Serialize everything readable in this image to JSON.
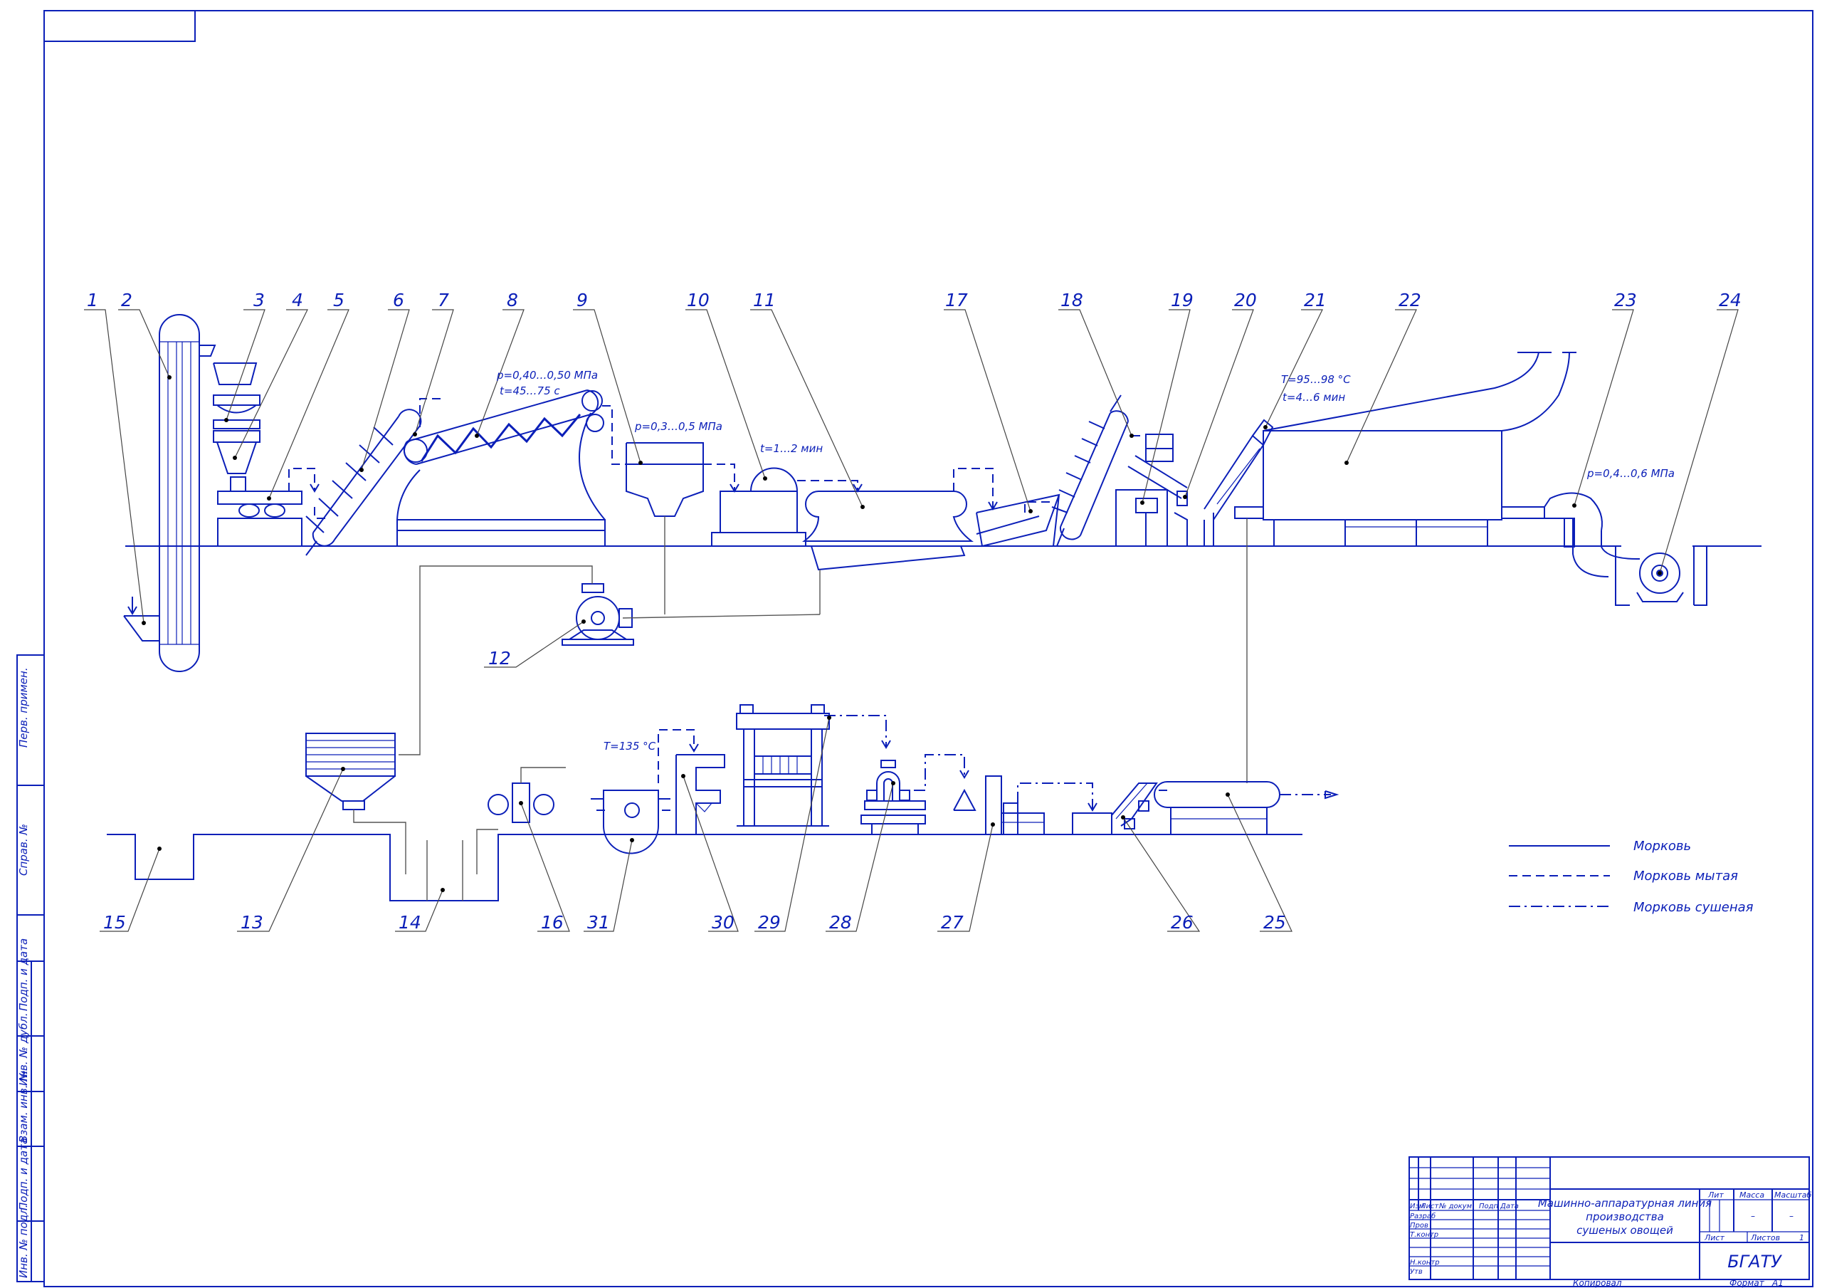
{
  "callouts": [
    "1",
    "2",
    "3",
    "4",
    "5",
    "6",
    "7",
    "8",
    "9",
    "10",
    "11",
    "17",
    "18",
    "19",
    "20",
    "21",
    "22",
    "23",
    "24",
    "12",
    "15",
    "13",
    "14",
    "16",
    "31",
    "30",
    "29",
    "28",
    "27",
    "26",
    "25"
  ],
  "annotations": {
    "p_8": "p=0,40…0,50 МПа",
    "t_8": "t=45…75 с",
    "p_9": "p=0,3…0,5 МПа",
    "t_10": "t=1…2 мин",
    "T_21": "T=95…98 °C",
    "t_21": "t=4…6 мин",
    "p_23": "p=0,4…0,6 МПа",
    "T_31": "T=135 °C"
  },
  "legend": [
    {
      "style": "solid",
      "label": "Морковь"
    },
    {
      "style": "dashed",
      "label": "Морковь мытая"
    },
    {
      "style": "dashdot",
      "label": "Морковь сушеная"
    }
  ],
  "side_stamp": [
    "Перв. примен.",
    "Справ. №",
    "Подп. и дата",
    "Инв. № дубл.",
    "Взам. инв. №",
    "Подп. и дата",
    "Инв. № подл."
  ],
  "title_block": {
    "title_line1": "Машинно-аппаратурная линия",
    "title_line2": "производства",
    "title_line3": "сушеных овощей",
    "head_izm": "Изм",
    "head_list": "Лист",
    "head_dokum": "№ докум",
    "head_podp": "Подп",
    "head_data": "Дата",
    "row_razrab": "Разраб",
    "row_prov": "Пров",
    "row_tkontr": "Т.контр",
    "row_nkontr": "Н.контр",
    "row_utv": "Утв",
    "lit": "Лит",
    "massa": "Масса",
    "masshtab": "Масштаб",
    "massa_val": "–",
    "masshtab_val": "–",
    "sheet_label": "Лист",
    "sheets_label": "Листов",
    "sheets_val": "1",
    "org": "БГАТУ",
    "copied": "Копировал",
    "format": "Формат",
    "format_val": "А1"
  },
  "colors": {
    "line": "#0b1fb8",
    "leader": "#444444"
  }
}
